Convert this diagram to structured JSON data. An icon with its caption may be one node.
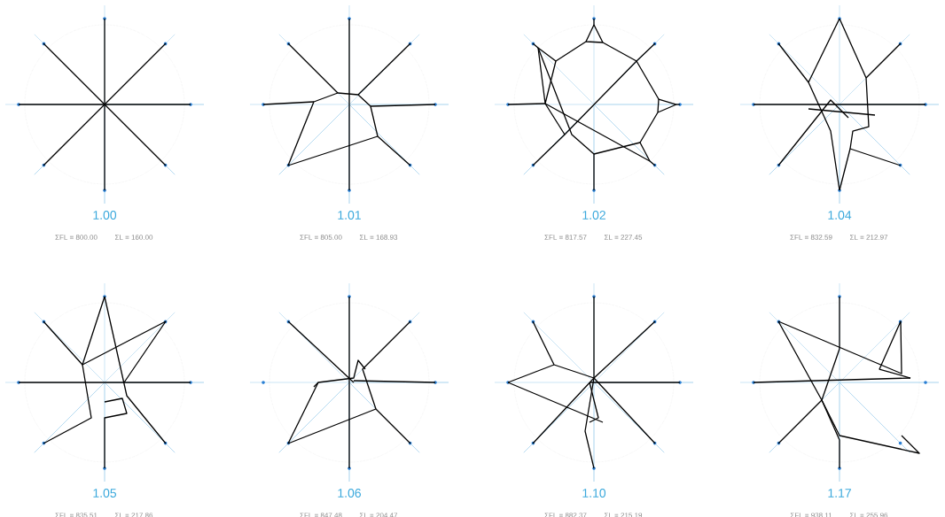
{
  "diagram": {
    "labels": [
      "1.00",
      "ΣFL = 800.00",
      "ΣL = 160.00",
      "1.01",
      "ΣFL = 805.00",
      "ΣL = 168.93",
      "1.02",
      "ΣFL = 817.57",
      "ΣL = 227.45",
      "1.04",
      "ΣFL = 832.59",
      "ΣL = 212.97",
      "1.05",
      "ΣFL = 835.51",
      "ΣL = 217.86",
      "1.06",
      "ΣFL = 847.48",
      "ΣL = 204.47",
      "1.10",
      "ΣFL = 882.37",
      "ΣL = 215.19",
      "1.17",
      "ΣFL = 938.11",
      "ΣL = 255.96"
    ]
  }
}
